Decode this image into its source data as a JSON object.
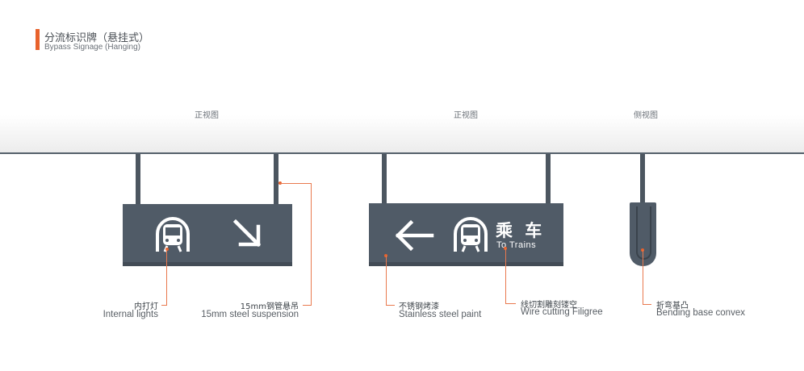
{
  "header": {
    "title_cn": "分流标识牌（悬挂式）",
    "title_en": "Bypass Signage (Hanging)",
    "accent_color": "#e8622c"
  },
  "views": {
    "front_1": "正视图",
    "front_2": "正视图",
    "side": "侧视图"
  },
  "sign2": {
    "text_cn": "乘 车",
    "text_en": "To Trains"
  },
  "icons": {
    "sign1": [
      "train-icon",
      "arrow-down-right-icon"
    ],
    "sign2": [
      "arrow-left-icon",
      "train-icon"
    ]
  },
  "callouts": [
    {
      "cn": "内打灯",
      "en": "Internal lights"
    },
    {
      "cn": "15mm钢管悬吊",
      "en": "15mm steel suspension"
    },
    {
      "cn": "不锈钢烤漆",
      "en": "Stainless steel paint"
    },
    {
      "cn": "线切割雕刻镂空",
      "en": "Wire cutting Filigree"
    },
    {
      "cn": "折弯基凸",
      "en": "Bending base convex"
    }
  ]
}
